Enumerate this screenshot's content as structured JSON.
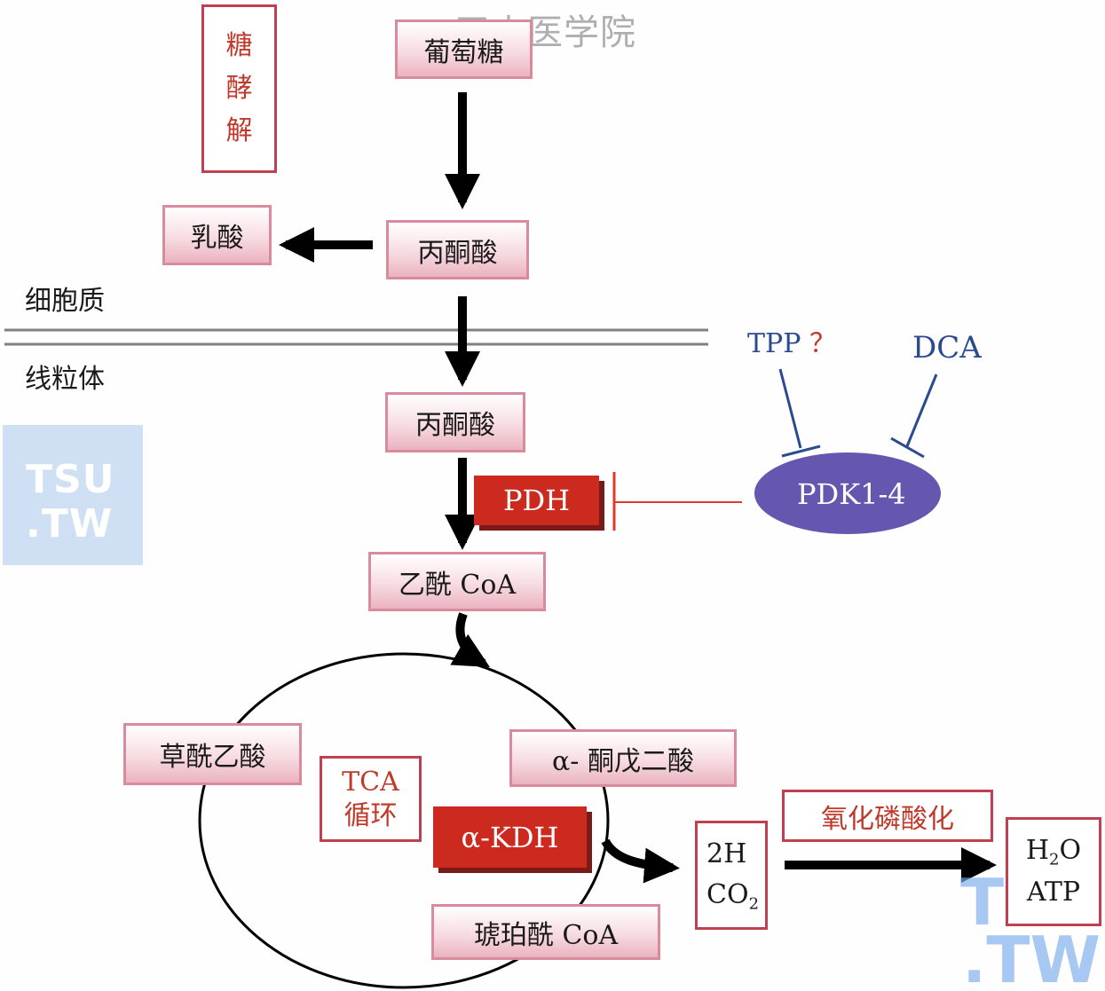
{
  "watermark": {
    "title": "天山医学院",
    "logo_top": "TSU",
    "logo_bottom": ".TW"
  },
  "compartments": {
    "cytoplasm": "细胞质",
    "mitochondria": "线粒体"
  },
  "labels": {
    "glycolysis": [
      "糖",
      "酵",
      "解"
    ],
    "tca_line1": "TCA",
    "tca_line2": "循环",
    "oxphos": "氧化磷酸化"
  },
  "nodes": {
    "glucose": "葡萄糖",
    "pyruvate_cyto": "丙酮酸",
    "lactate": "乳酸",
    "pyruvate_mito": "丙酮酸",
    "acetyl_coa": "乙酰 CoA",
    "oxaloacetate": "草酰乙酸",
    "alpha_kg": "α- 酮戊二酸",
    "succinyl_coa": "琥珀酰 CoA"
  },
  "products": {
    "box1_line1": "2H",
    "box1_line2_main": "CO",
    "box1_line2_sub": "2",
    "box2_line1_a": "H",
    "box2_line1_sub": "2",
    "box2_line1_b": "O",
    "box2_line2": "ATP"
  },
  "enzymes": {
    "pdh": "PDH",
    "akdh": "α-KDH",
    "pdk": "PDK1-4"
  },
  "regulators": {
    "tpp": "TPP",
    "tpp_uncertain": "？",
    "dca": "DCA"
  },
  "colors": {
    "enzyme_red": "#cc2a1f",
    "pdk_purple": "#6557b0",
    "inhibitor_blue": "#2b4a8f",
    "inhibit_red": "#e03a2a",
    "label_red": "#c0392b"
  }
}
